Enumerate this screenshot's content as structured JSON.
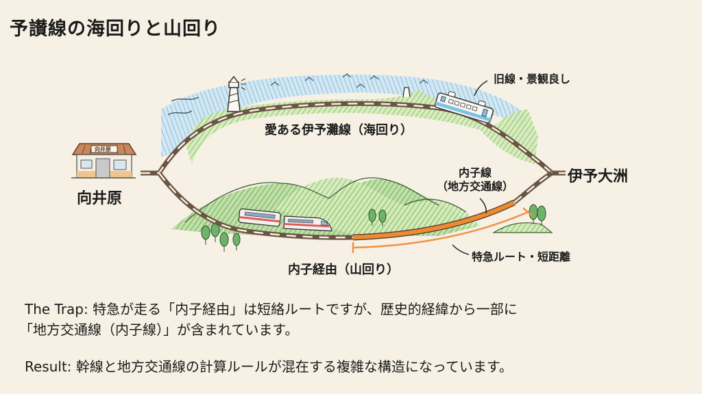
{
  "slide": {
    "title": "予讃線の海回りと山回り"
  },
  "diagram": {
    "stations": {
      "west": "向井原",
      "east": "伊予大洲",
      "sign": "向井原"
    },
    "sea_route": {
      "label": "愛ある伊予灘線（海回り）",
      "note": "旧線・景観良し"
    },
    "mountain_route": {
      "label": "内子経由（山回り）",
      "local_line_line1": "内子線",
      "local_line_line2": "（地方交通線）",
      "note": "特急ルート・短距離"
    },
    "colors": {
      "background": "#f6f1e4",
      "sea": "#8ec5e8",
      "land": "#9fcf7a",
      "track": "#6b5443",
      "local_line": "#ee8a30",
      "bracket": "#f0924a"
    }
  },
  "notes": {
    "trap_line1": "The Trap: 特急が走る「内子経由」は短絡ルートですが、歴史的経緯から一部に",
    "trap_line2": "「地方交通線（内子線）」が含まれています。",
    "result": "Result: 幹線と地方交通線の計算ルールが混在する複雑な構造になっています。"
  }
}
